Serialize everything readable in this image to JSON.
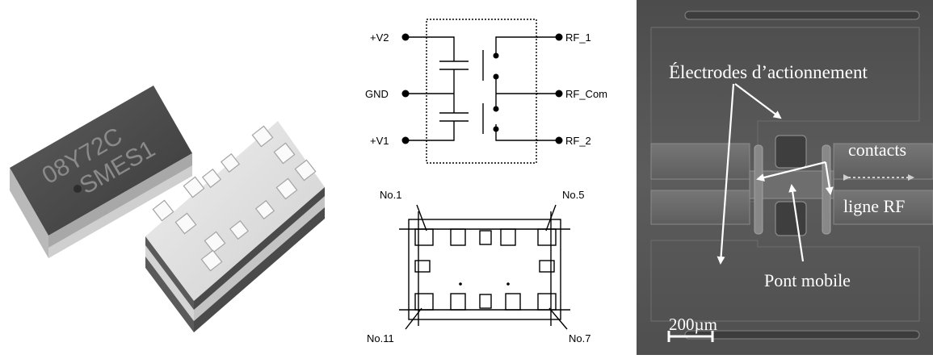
{
  "photo": {
    "chip_marking_line1": "08Y72C",
    "chip_marking_line2": "SMES1"
  },
  "schematic": {
    "pins_left": [
      "+V2",
      "GND",
      "+V1"
    ],
    "pins_right": [
      "RF_1",
      "RF_Com",
      "RF_2"
    ]
  },
  "footprint": {
    "labels": [
      "No.1",
      "No.5",
      "No.11",
      "No.7"
    ]
  },
  "sem": {
    "label_electrodes": "Électrodes d’actionnement",
    "label_contacts": "contacts",
    "label_rf_line": "ligne RF",
    "label_bridge": "Pont mobile",
    "scale_bar": "200µm"
  },
  "colors": {
    "sem_background": "#5a5a5a",
    "annotation": "#ffffff",
    "schematic_ink": "#000000"
  }
}
